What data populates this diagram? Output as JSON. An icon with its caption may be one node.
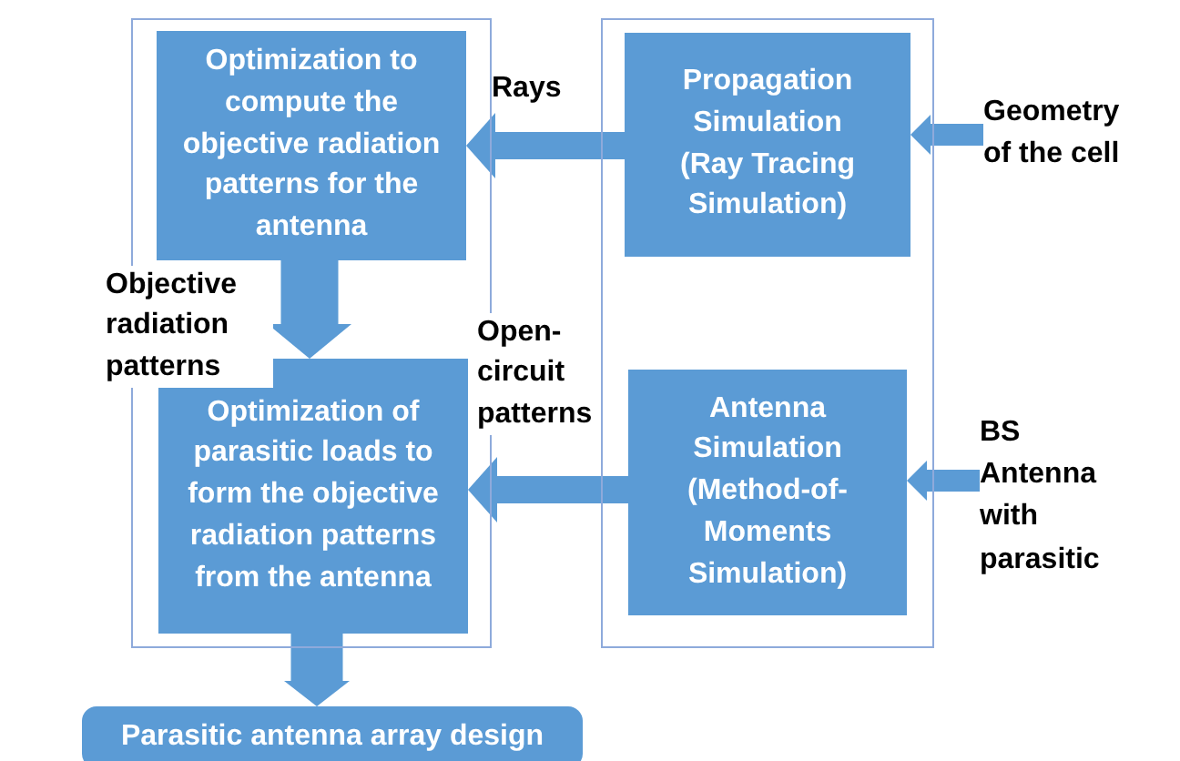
{
  "diagram": {
    "nodes": [
      {
        "text": [],
        "shape": "box"
      },
      {
        "text": [
          "Optimization to compute the objective radiation patterns for the antenna"
        ],
        "in": 0
      },
      {
        "text": [
          "Optimization of parasitic loads to form the objective radiation patterns from the antenna"
        ],
        "in": 0
      },
      {
        "text": [],
        "shape": "box"
      },
      {
        "text": [
          "Propagation Simulation (Ray Tracing Simulation)"
        ],
        "in": 3
      },
      {
        "text": [
          "Antenna Simulation (Method-of-Moments Simulation)"
        ],
        "in": 3
      },
      {
        "text": [
          "Geometry of the cell"
        ]
      },
      {
        "text": [
          "BS Antenna with parasitic"
        ]
      },
      {
        "text": [
          "Parasitic antenna array design"
        ]
      }
    ],
    "edges": [
      {
        "from": 4,
        "to": 1,
        "arrow": "to",
        "label": "Rays"
      },
      {
        "from": 5,
        "to": 2,
        "arrow": "to",
        "label": "Open-circuit patterns"
      },
      {
        "from": 1,
        "to": 2,
        "arrow": "to",
        "label": "Objective radiation patterns",
        "style": "thick"
      },
      {
        "from": 2,
        "to": 8,
        "arrow": "to",
        "style": "thick"
      },
      {
        "from": 6,
        "to": 4,
        "arrow": "to"
      },
      {
        "from": 7,
        "to": 5,
        "arrow": "to"
      }
    ]
  }
}
